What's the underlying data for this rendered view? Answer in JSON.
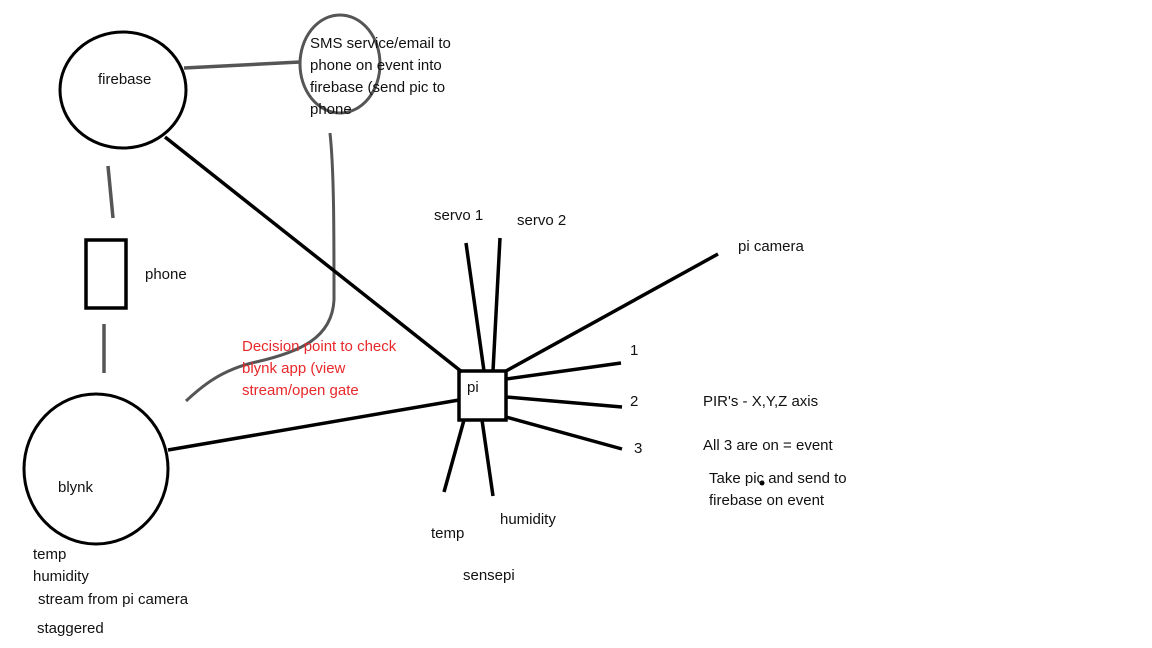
{
  "colors": {
    "ink": "#000000",
    "gray": "#555555",
    "red": "#e8282a"
  },
  "nodes": {
    "firebase": "firebase",
    "phone": "phone",
    "blynk": "blynk",
    "pi": "pi",
    "sms": "SMS service/email to phone on event into firebase (send pic to phone"
  },
  "sensors": {
    "servo1": "servo 1",
    "servo2": "servo 2",
    "pi_camera": "pi camera",
    "pir1": "1",
    "pir2": "2",
    "pir3": "3",
    "temp": "temp",
    "humidity": "humidity",
    "sensepi": "sensepi"
  },
  "notes": {
    "pirs": "PIR's - X,Y,Z axis",
    "all_on": "All 3 are on = event",
    "take_pic": "Take pic and send to firebase on event",
    "decision": "Decision point to check blynk app (view stream/open gate"
  },
  "blynk_features": [
    "temp",
    "humidity",
    "stream from pi camera",
    "staggered"
  ]
}
